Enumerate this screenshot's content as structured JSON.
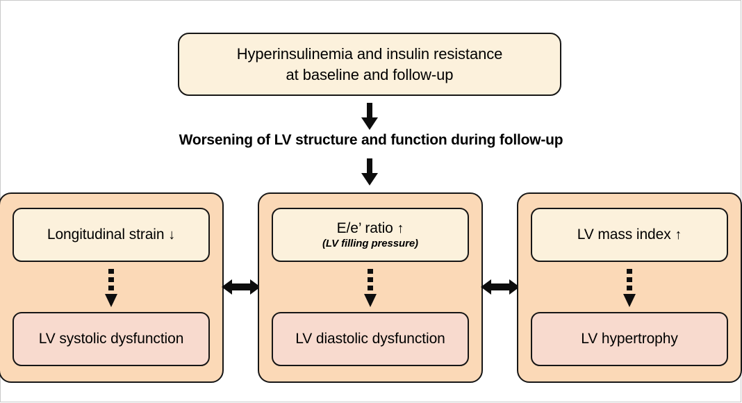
{
  "figure": {
    "top_box": {
      "line1": "Hyperinsulinemia and insulin resistance",
      "line2": "at baseline and follow-up"
    },
    "middle_label": "Worsening of LV structure and function during follow-up",
    "panels": [
      {
        "id": "left",
        "measure": "Longitudinal strain",
        "trend": "↓",
        "subtitle": "",
        "outcome": "LV systolic dysfunction"
      },
      {
        "id": "center",
        "measure": "E/e’ ratio",
        "trend": "↑",
        "subtitle": "(LV filling pressure)",
        "outcome": "LV diastolic dysfunction"
      },
      {
        "id": "right",
        "measure": "LV mass index",
        "trend": "↑",
        "subtitle": "",
        "outcome": "LV hypertrophy"
      }
    ],
    "connectors": {
      "top_to_label": "down-arrow",
      "label_to_panels": "down-arrow",
      "panel_internal": "dotted-down-arrow",
      "between_panels": "double-headed-horizontal-arrow"
    },
    "colors": {
      "cream_box": "#FCF1DC",
      "peach_panel": "#FBD9B7",
      "pink_box": "#F8DACE",
      "outline": "#161616",
      "background": "#FFFFFF",
      "frame": "#C9C9C9"
    }
  }
}
